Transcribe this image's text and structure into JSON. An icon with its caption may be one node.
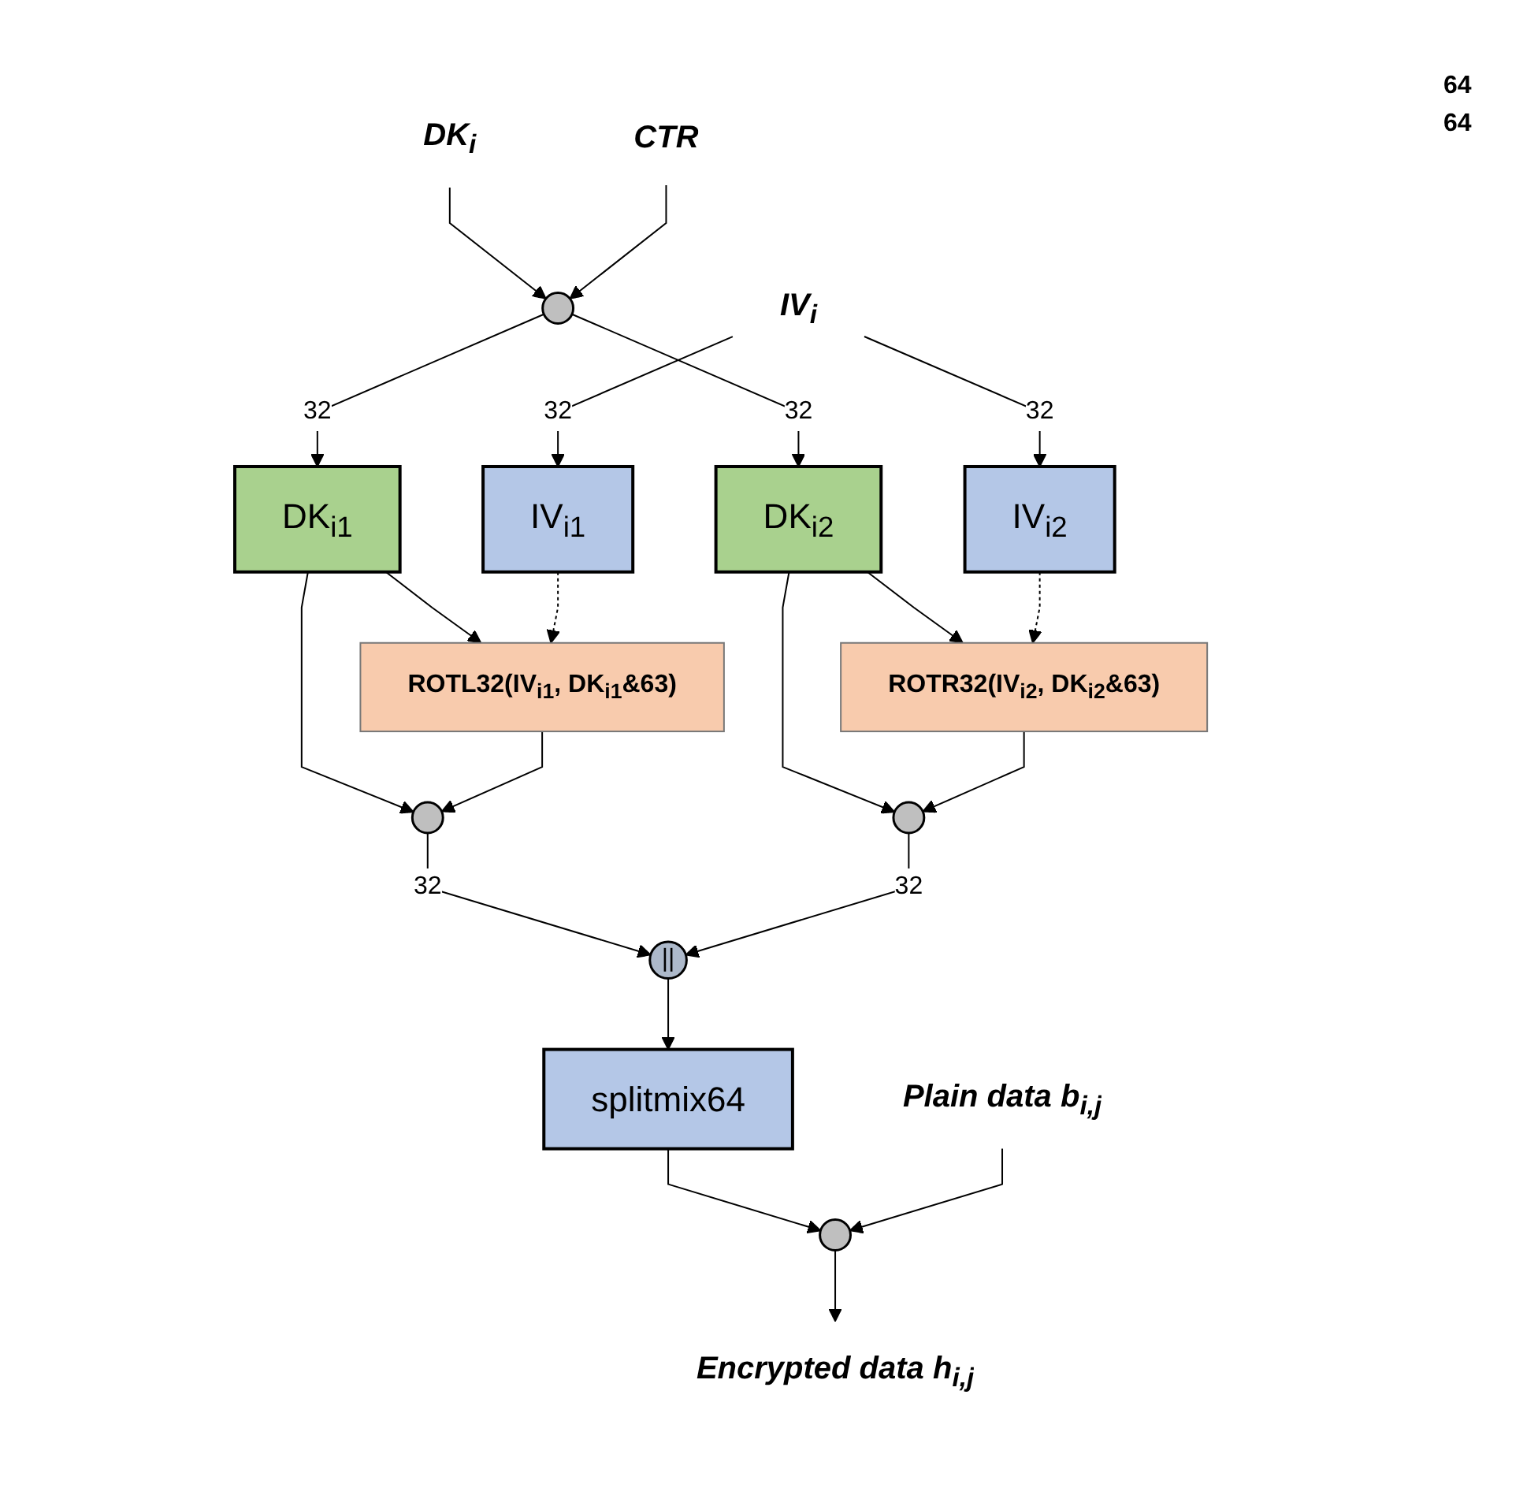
{
  "diagram": {
    "nodes": [
      {
        "text": [
          "DK$_{i}$"
        ]
      },
      {
        "text": [
          "CTR"
        ]
      },
      {
        "text": [],
        "shape": "circle"
      },
      {
        "text": [
          "DK$_{i1}$"
        ]
      },
      {
        "text": [
          "DK$_{i2}$"
        ]
      },
      {
        "text": [
          "IV$_{i}$"
        ]
      },
      {
        "text": [
          "IV$_{i1}$"
        ]
      },
      {
        "text": [
          "IV$_{i2}$"
        ]
      },
      {
        "text": [
          "ROTL32(IV$_{i1}$, DK$_{i1}$&63)"
        ]
      },
      {
        "text": [
          "ROTR32(IV$_{i2}$, DK$_{i2}$&63)"
        ]
      },
      {
        "text": [],
        "shape": "circle"
      },
      {
        "text": [],
        "shape": "circle"
      },
      {
        "text": [
          "||"
        ]
      },
      {
        "text": [
          "splitmix64"
        ]
      },
      {
        "text": [
          "Plain data b$_{i,j}$"
        ]
      },
      {
        "text": [],
        "shape": "circle"
      },
      {
        "text": [
          "Encrypted data h$_{i,j}$"
        ]
      }
    ],
    "edges": [
      {
        "from": 0,
        "to": 2,
        "arrow": "to"
      },
      {
        "from": 1,
        "to": 2,
        "arrow": "to"
      },
      {
        "from": 2,
        "to": 3,
        "arrow": "to",
        "label": "32"
      },
      {
        "from": 2,
        "to": 4,
        "arrow": "to",
        "label": "32"
      },
      {
        "from": 5,
        "to": 6,
        "arrow": "to",
        "label": "32"
      },
      {
        "from": 5,
        "to": 7,
        "arrow": "to",
        "label": "32"
      },
      {
        "from": 3,
        "to": 8,
        "arrow": "to"
      },
      {
        "from": 3,
        "to": 10,
        "arrow": "to"
      },
      {
        "from": 6,
        "to": 8,
        "arrow": "to",
        "style": "dashed"
      },
      {
        "from": 4,
        "to": 9,
        "arrow": "to"
      },
      {
        "from": 4,
        "to": 11,
        "arrow": "to"
      },
      {
        "from": 7,
        "to": 9,
        "arrow": "to",
        "style": "dashed"
      },
      {
        "from": 8,
        "to": 10,
        "arrow": "to"
      },
      {
        "from": 9,
        "to": 11,
        "arrow": "to"
      },
      {
        "from": 10,
        "to": 12,
        "arrow": "to",
        "label": "32"
      },
      {
        "from": 11,
        "to": 12,
        "arrow": "to",
        "label": "32"
      },
      {
        "from": 12,
        "to": 13,
        "arrow": "to"
      },
      {
        "from": 13,
        "to": 15,
        "arrow": "to"
      },
      {
        "from": 14,
        "to": 15,
        "arrow": "to"
      },
      {
        "from": 15,
        "to": 16,
        "arrow": "to"
      }
    ],
    "labels": [
      "64",
      "64"
    ]
  }
}
